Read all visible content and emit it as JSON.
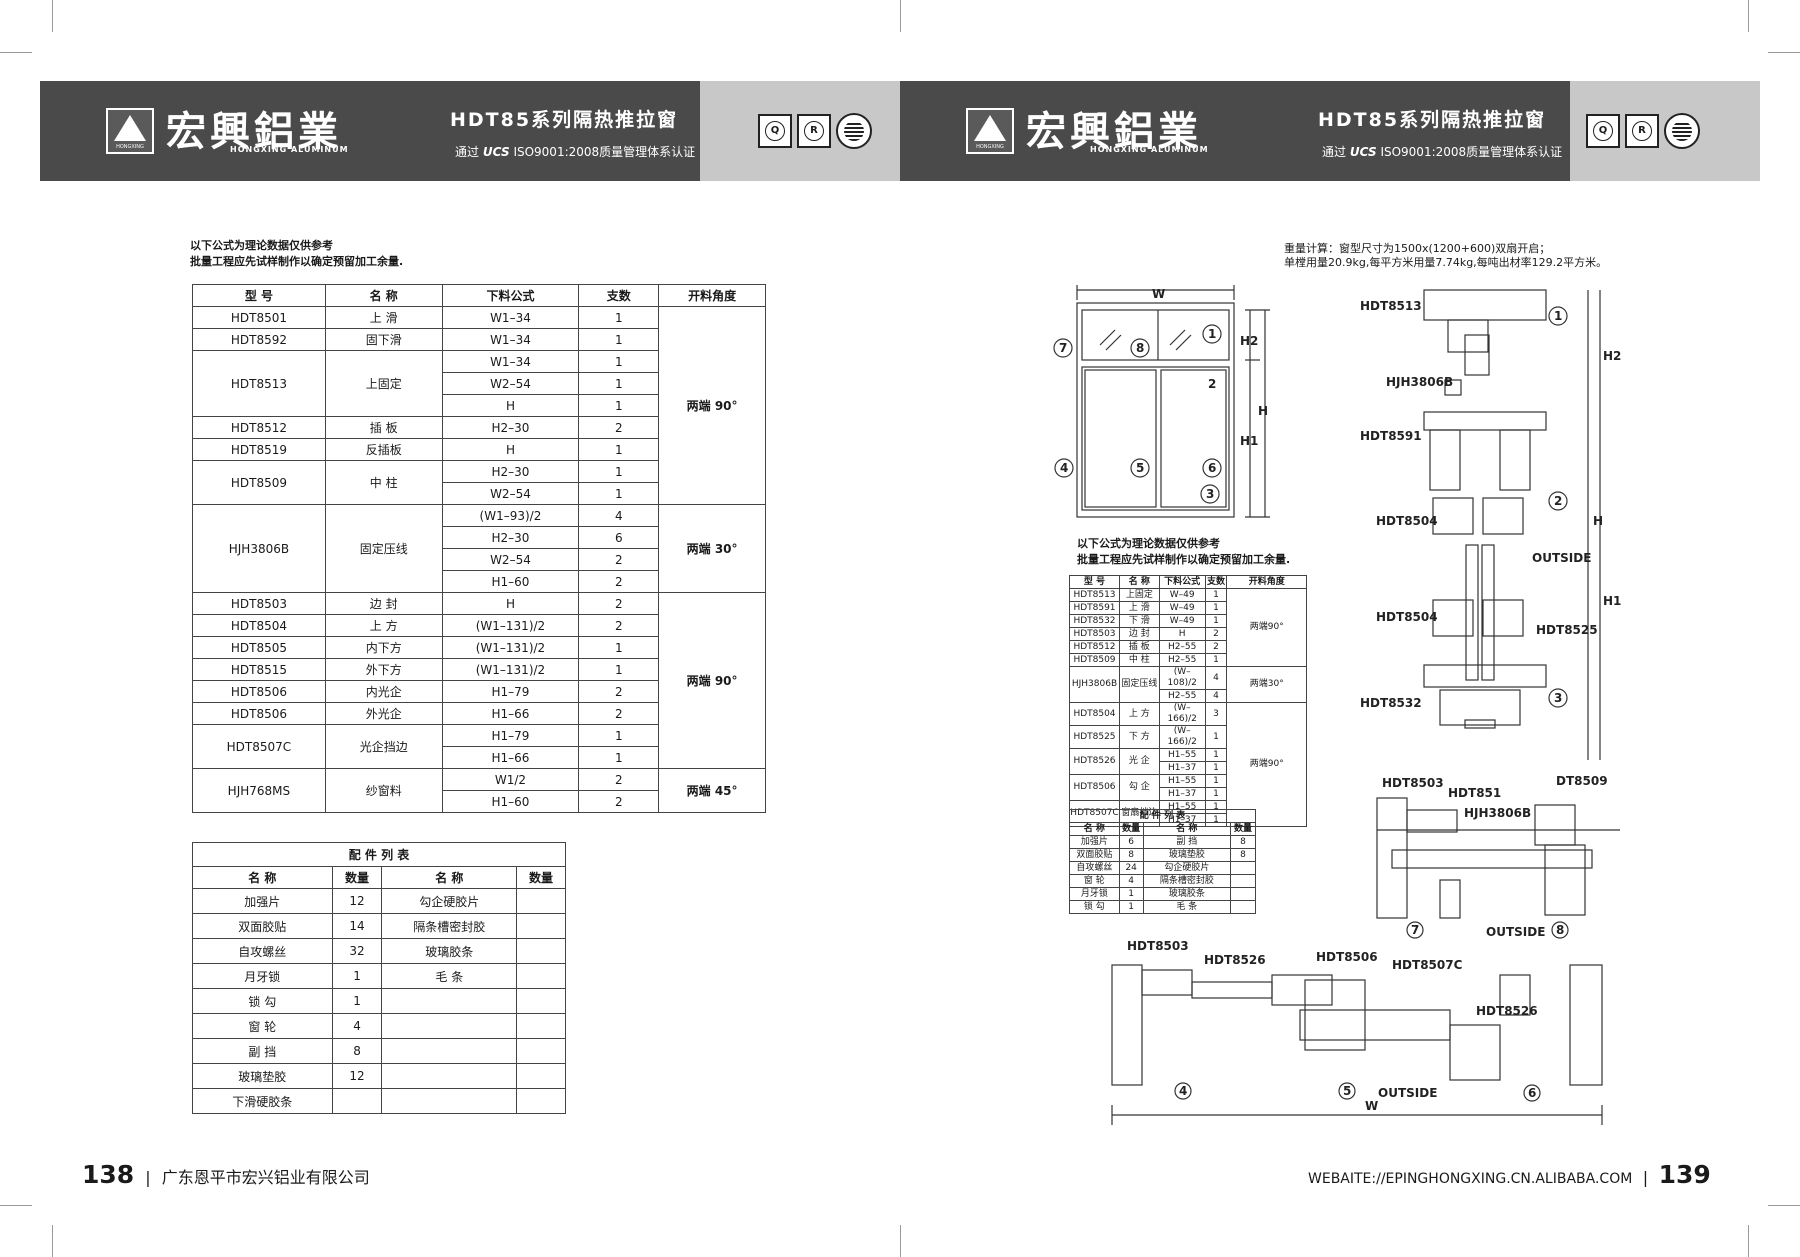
{
  "left_header": {
    "brand": "宏興鋁業",
    "brand_en": "HONGXING ALUMINUM",
    "logo_sub": "HONGXING",
    "series": "HDT85系列隔热推拉窗",
    "iso_prefix": "通过",
    "iso_mark": "UCS",
    "iso_text": "ISO9001:2008质量管理体系认证",
    "cert1": "Q",
    "cert2": "R"
  },
  "right_header": {
    "brand": "宏興鋁業",
    "brand_en": "HONGXING ALUMINUM",
    "logo_sub": "HONGXING",
    "series": "HDT85系列隔热推拉窗",
    "iso_prefix": "通过",
    "iso_mark": "UCS",
    "iso_text": "ISO9001:2008质量管理体系认证",
    "cert1": "Q",
    "cert2": "R"
  },
  "left_notes": {
    "line1": "以下公式为理论数据仅供参考",
    "line2": "批量工程应先试样制作以确定预留加工余量."
  },
  "main_table": {
    "headers": [
      "型 号",
      "名 称",
      "下料公式",
      "支数",
      "开料角度"
    ],
    "rows": [
      [
        "HDT8501",
        "上 滑",
        "W1–34",
        "1"
      ],
      [
        "HDT8592",
        "固下滑",
        "W1–34",
        "1"
      ],
      [
        "HDT8513",
        "上固定",
        "W1–34",
        "1"
      ],
      [
        "",
        "",
        "W2–54",
        "1"
      ],
      [
        "",
        "",
        "H",
        "1"
      ],
      [
        "HDT8512",
        "插 板",
        "H2–30",
        "2"
      ],
      [
        "HDT8519",
        "反插板",
        "H",
        "1"
      ],
      [
        "HDT8509",
        "中 柱",
        "H2–30",
        "1"
      ],
      [
        "",
        "",
        "W2–54",
        "1"
      ],
      [
        "HJH3806B",
        "固定压线",
        "(W1–93)/2",
        "4"
      ],
      [
        "",
        "",
        "H2–30",
        "6"
      ],
      [
        "",
        "",
        "W2–54",
        "2"
      ],
      [
        "",
        "",
        "H1–60",
        "2"
      ],
      [
        "HDT8503",
        "边 封",
        "H",
        "2"
      ],
      [
        "HDT8504",
        "上 方",
        "(W1–131)/2",
        "2"
      ],
      [
        "HDT8505",
        "内下方",
        "(W1–131)/2",
        "1"
      ],
      [
        "HDT8515",
        "外下方",
        "(W1–131)/2",
        "1"
      ],
      [
        "HDT8506",
        "内光企",
        "H1–79",
        "2"
      ],
      [
        "HDT8506",
        "外光企",
        "H1–66",
        "2"
      ],
      [
        "HDT8507C",
        "光企挡边",
        "H1–79",
        "1"
      ],
      [
        "",
        "",
        "H1–66",
        "1"
      ],
      [
        "HJH768MS",
        "纱窗料",
        "W1/2",
        "2"
      ],
      [
        "",
        "",
        "H1–60",
        "2"
      ]
    ],
    "angles": [
      "两端  90°",
      "两端  30°",
      "两端  90°",
      "两端  45°"
    ]
  },
  "acc_table": {
    "title": "配 件 列 表",
    "headers": [
      "名 称",
      "数量",
      "名 称",
      "数量"
    ],
    "rows": [
      [
        "加强片",
        "12",
        "勾企硬胶片",
        ""
      ],
      [
        "双面胶贴",
        "14",
        "隔条槽密封胶",
        ""
      ],
      [
        "自攻螺丝",
        "32",
        "玻璃胶条",
        ""
      ],
      [
        "月牙锁",
        "1",
        "毛 条",
        ""
      ],
      [
        "锁 勾",
        "1",
        "",
        ""
      ],
      [
        "窗 轮",
        "4",
        "",
        ""
      ],
      [
        "副 挡",
        "8",
        "",
        ""
      ],
      [
        "玻璃垫胶",
        "12",
        "",
        ""
      ],
      [
        "下滑硬胶条",
        "",
        "",
        ""
      ]
    ]
  },
  "right_notes": {
    "weight1": "重量计算：窗型尺寸为1500x(1200+600)双扇开启；",
    "weight2": "单樘用量20.9kg,每平方米用量7.74kg,每吨出材率129.2平方米。",
    "line1": "以下公式为理论数据仅供参考",
    "line2": "批量工程应先试样制作以确定预留加工余量."
  },
  "small_table": {
    "headers": [
      "型 号",
      "名 称",
      "下料公式",
      "支数",
      "开料角度"
    ],
    "rows": [
      [
        "HDT8513",
        "上固定",
        "W–49",
        "1"
      ],
      [
        "HDT8591",
        "上 滑",
        "W–49",
        "1"
      ],
      [
        "HDT8532",
        "下 滑",
        "W–49",
        "1"
      ],
      [
        "HDT8503",
        "边 封",
        "H",
        "2"
      ],
      [
        "HDT8512",
        "插 板",
        "H2–55",
        "2"
      ],
      [
        "HDT8509",
        "中 柱",
        "H2–55",
        "1"
      ],
      [
        "HJH3806B",
        "固定压线",
        "(W–108)/2",
        "4"
      ],
      [
        "",
        "",
        "H2–55",
        "4"
      ],
      [
        "HDT8504",
        "上 方",
        "(W–166)/2",
        "3"
      ],
      [
        "HDT8525",
        "下 方",
        "(W–166)/2",
        "1"
      ],
      [
        "HDT8526",
        "光 企",
        "H1–55",
        "1"
      ],
      [
        "",
        "",
        "H1–37",
        "1"
      ],
      [
        "HDT8506",
        "勾 企",
        "H1–55",
        "1"
      ],
      [
        "",
        "",
        "H1–37",
        "1"
      ],
      [
        "HDT8507C",
        "窗扇挡边",
        "H1–55",
        "1"
      ],
      [
        "",
        "",
        "H1–37",
        "1"
      ]
    ],
    "angles": [
      "两端90°",
      "两端30°",
      "两端90°"
    ],
    "acc_title": "配 件 列 表",
    "acc_headers": [
      "名 称",
      "数量",
      "名 称",
      "数量"
    ],
    "acc_rows": [
      [
        "加强片",
        "6",
        "副 挡",
        "8"
      ],
      [
        "双面胶贴",
        "8",
        "玻璃垫胶",
        "8"
      ],
      [
        "自攻螺丝",
        "24",
        "勾企硬胶片",
        ""
      ],
      [
        "窗 轮",
        "4",
        "隔条槽密封胶",
        ""
      ],
      [
        "月牙锁",
        "1",
        "玻璃胶条",
        ""
      ],
      [
        "锁 勾",
        "1",
        "毛 条",
        ""
      ]
    ]
  },
  "drawing": {
    "labels": {
      "w": "W",
      "h": "H",
      "h1": "H1",
      "h2": "H2",
      "outside": "OUTSIDE",
      "n1": "1",
      "n2": "2",
      "n3": "3",
      "n4": "4",
      "n5": "5",
      "n6": "6",
      "n7": "7",
      "n8": "8"
    },
    "parts": {
      "p8513": "HDT8513",
      "p3806": "HJH3806B",
      "p8591": "HDT8591",
      "p8504a": "HDT8504",
      "p8504b": "HDT8504",
      "p8525": "HDT8525",
      "p8532": "HDT8532",
      "p8503": "HDT8503",
      "p851": "HDT851",
      "p3806b": "HJH3806B",
      "pdt8509": "DT8509",
      "p8503b": "HDT8503",
      "p8526": "HDT8526",
      "p8506": "HDT8506",
      "p8507c": "HDT8507C",
      "p8526b": "HDT8526"
    }
  },
  "footer": {
    "left_page": "138",
    "company": "广东恩平市宏兴铝业有限公司",
    "website": "WEBAITE://EPINGHONGXING.CN.ALIBABA.COM",
    "right_page": "139"
  }
}
